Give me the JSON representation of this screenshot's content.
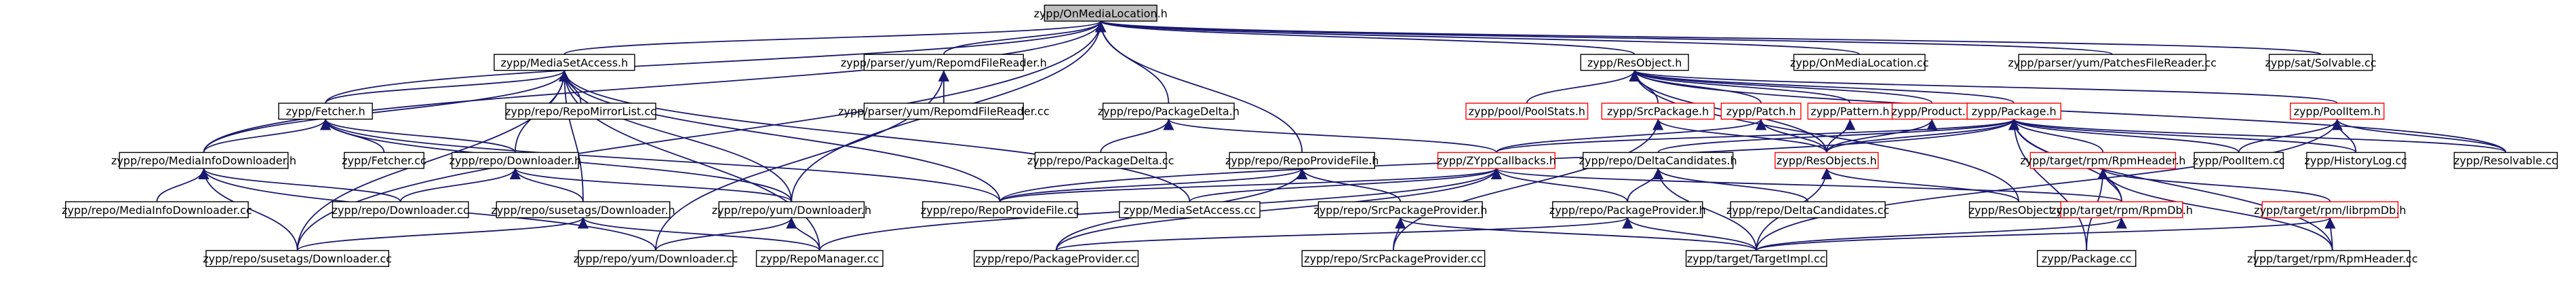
{
  "colors": {
    "edge": "#191970",
    "node_border": "#000000",
    "node_border_incomplete": "#ff0000",
    "root_fill": "#bfbfbf"
  },
  "nodes": {
    "root": "zypp/OnMediaLocation.h",
    "media_set_access_h": "zypp/MediaSetAccess.h",
    "repomd_file_reader_h": "zypp/parser/yum/RepomdFileReader.h",
    "res_object_h": "zypp/ResObject.h",
    "on_media_location_cc": "zypp/OnMediaLocation.cc",
    "patches_file_reader_cc": "zypp/parser/yum/PatchesFileReader.cc",
    "solvable_cc": "zypp/sat/Solvable.cc",
    "fetcher_h": "zypp/Fetcher.h",
    "repo_mirror_list_cc": "zypp/repo/RepoMirrorList.cc",
    "repomd_file_reader_cc": "zypp/parser/yum/RepomdFileReader.cc",
    "package_delta_h": "zypp/repo/PackageDelta.h",
    "pool_stats_h": "zypp/pool/PoolStats.h",
    "src_package_h": "zypp/SrcPackage.h",
    "patch_h": "zypp/Patch.h",
    "pattern_h": "zypp/Pattern.h",
    "product_h": "zypp/Product.h",
    "package_h": "zypp/Package.h",
    "pool_item_h": "zypp/PoolItem.h",
    "media_info_downloader_h": "zypp/repo/MediaInfoDownloader.h",
    "fetcher_cc": "zypp/Fetcher.cc",
    "downloader_h": "zypp/repo/Downloader.h",
    "package_delta_cc": "zypp/repo/PackageDelta.cc",
    "repo_provide_file_h": "zypp/repo/RepoProvideFile.h",
    "zypp_callbacks_h": "zypp/ZYppCallbacks.h",
    "delta_candidates_h": "zypp/repo/DeltaCandidates.h",
    "res_objects_h": "zypp/ResObjects.h",
    "rpm_header_h": "zypp/target/rpm/RpmHeader.h",
    "pool_item_cc": "zypp/PoolItem.cc",
    "history_log_cc": "zypp/HistoryLog.cc",
    "resolvable_cc": "zypp/Resolvable.cc",
    "media_info_downloader_cc": "zypp/repo/MediaInfoDownloader.cc",
    "downloader_cc": "zypp/repo/Downloader.cc",
    "susetags_downloader_h": "zypp/repo/susetags/Downloader.h",
    "yum_downloader_h": "zypp/repo/yum/Downloader.h",
    "repo_provide_file_cc": "zypp/repo/RepoProvideFile.cc",
    "media_set_access_cc": "zypp/MediaSetAccess.cc",
    "src_package_provider_h": "zypp/repo/SrcPackageProvider.h",
    "package_provider_h": "zypp/repo/PackageProvider.h",
    "delta_candidates_cc": "zypp/repo/DeltaCandidates.cc",
    "res_object_cc": "zypp/ResObject.cc",
    "rpm_db_h": "zypp/target/rpm/RpmDb.h",
    "librpm_db_h": "zypp/target/rpm/librpmDb.h",
    "susetags_downloader_cc": "zypp/repo/susetags/Downloader.cc",
    "yum_downloader_cc": "zypp/repo/yum/Downloader.cc",
    "repo_manager_cc": "zypp/RepoManager.cc",
    "package_provider_cc": "zypp/repo/PackageProvider.cc",
    "src_package_provider_cc": "zypp/repo/SrcPackageProvider.cc",
    "target_impl_cc": "zypp/target/TargetImpl.cc",
    "package_cc": "zypp/Package.cc",
    "rpm_header_cc": "zypp/target/rpm/RpmHeader.cc"
  }
}
